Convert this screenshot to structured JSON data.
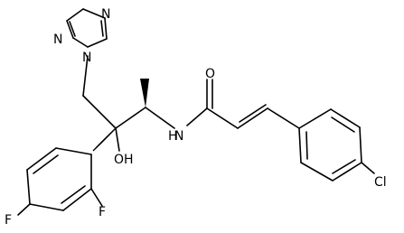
{
  "molecule": {
    "atom_labels": {
      "triazole_n1": "N",
      "triazole_n2": "N",
      "triazole_n4": "N",
      "amide_n": "N",
      "amide_h": "H",
      "carbonyl_o": "O",
      "hydroxyl": "OH",
      "fluoro_ortho": "F",
      "fluoro_para": "F",
      "chloro": "Cl"
    },
    "colors": {
      "bond": "#000000",
      "text": "#000000",
      "background": "#ffffff"
    }
  }
}
